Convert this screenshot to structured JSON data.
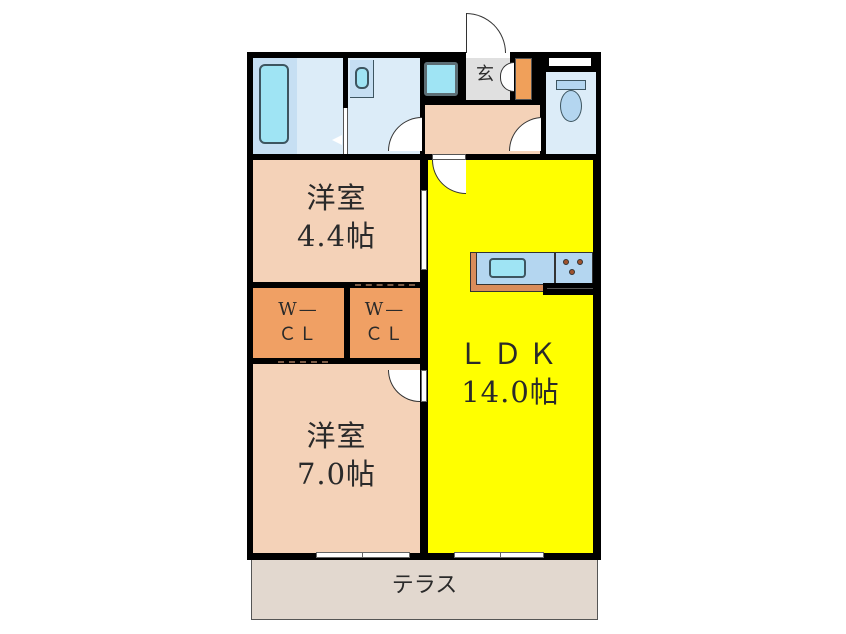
{
  "floorplan": {
    "rooms": {
      "western_room_1": {
        "name": "洋室",
        "size": "4.4帖"
      },
      "western_room_2": {
        "name": "洋室",
        "size": "7.0帖"
      },
      "ldk": {
        "name": "ＬＤＫ",
        "size": "14.0帖"
      },
      "wcl_1": {
        "line1": "W—",
        "line2": "ＣＬ"
      },
      "wcl_2": {
        "line1": "W—",
        "line2": "ＣＬ"
      },
      "entrance": {
        "name": "玄"
      },
      "terrace": {
        "name": "テラス"
      }
    },
    "colors": {
      "wall": "#000000",
      "western_room": "#f4d2b8",
      "ldk": "#ffff00",
      "closet": "#f0a064",
      "wet_area": "#dcecf8",
      "fixture": "#9fe4f4",
      "entrance": "#e0e0e0",
      "terrace": "#e2d8cf",
      "shoe_box": "#f0a05a"
    }
  }
}
